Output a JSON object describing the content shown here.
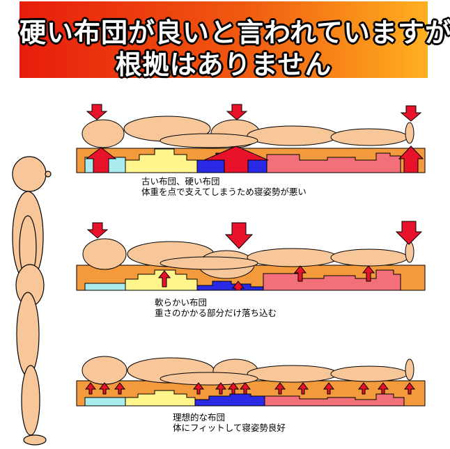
{
  "title": {
    "line1": "硬い布団が良いと言われていますが",
    "line2": "根拠はありません"
  },
  "panels": [
    {
      "caption_line1": "古い布団、硬い布団",
      "caption_line2": "体重を点で支えてしまうため寝姿勢が悪い"
    },
    {
      "caption_line1": "軟らかい布団",
      "caption_line2": "重さのかかる部分だけ落ち込む"
    },
    {
      "caption_line1": "理想的な布団",
      "caption_line2": "体にフィットして寝姿勢良好"
    }
  ],
  "colors": {
    "banner_red": "#e81c0c",
    "banner_orange": "#ffb020",
    "skin": "#f7c79a",
    "mattress_orange": "#f39a3c",
    "zone_cyan": "#a8ecf0",
    "zone_yellow": "#fff58c",
    "zone_blue": "#2a2ae6",
    "zone_pink": "#f3707a",
    "arrow_red": "#e8122a"
  }
}
